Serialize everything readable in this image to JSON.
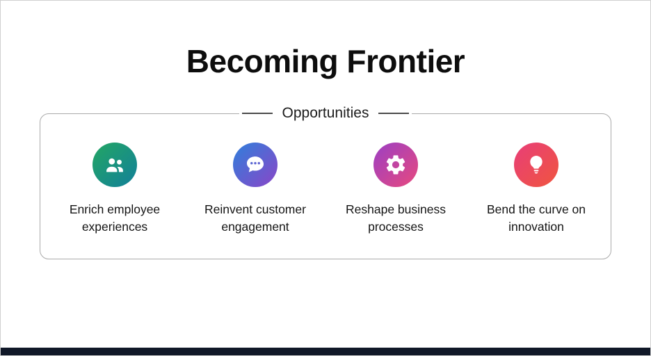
{
  "page": {
    "title": "Becoming Frontier"
  },
  "opportunities": {
    "label": "Opportunities",
    "items": [
      {
        "label": "Enrich employee experiences",
        "icon": "people-icon",
        "gradient_from": "#23a663",
        "gradient_to": "#12809a"
      },
      {
        "label": "Reinvent customer engagement",
        "icon": "chat-icon",
        "gradient_from": "#2f7fdb",
        "gradient_to": "#8a46c8"
      },
      {
        "label": "Reshape business processes",
        "icon": "gear-icon",
        "gradient_from": "#9b3fc4",
        "gradient_to": "#e8497e"
      },
      {
        "label": "Bend the curve on innovation",
        "icon": "lightbulb-icon",
        "gradient_from": "#e83e78",
        "gradient_to": "#f0553f"
      }
    ]
  },
  "colors": {
    "footer_bar": "#101828",
    "panel_border": "#a9a9a9",
    "title_text": "#0d0d0d"
  }
}
